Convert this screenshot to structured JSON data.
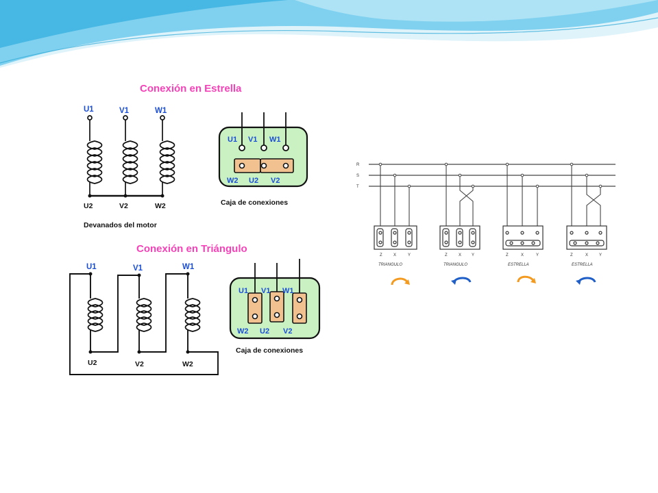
{
  "star": {
    "title": "Conexión en Estrella",
    "terminals_top": [
      "U1",
      "V1",
      "W1"
    ],
    "terminals_bottom": [
      "U2",
      "V2",
      "W2"
    ],
    "windings_caption": "Devanados del motor",
    "box_top": [
      "U1",
      "V1",
      "W1"
    ],
    "box_bottom": [
      "W2",
      "U2",
      "V2"
    ],
    "box_caption": "Caja de conexiones"
  },
  "delta": {
    "title": "Conexión en Triángulo",
    "terminals_top": [
      "U1",
      "V1",
      "W1"
    ],
    "terminals_bottom": [
      "U2",
      "V2",
      "W2"
    ],
    "box_top": [
      "U1",
      "V1",
      "W1"
    ],
    "box_bottom": [
      "W2",
      "U2",
      "V2"
    ],
    "box_caption": "Caja de conexiones"
  },
  "rotation": {
    "lines": [
      "R",
      "S",
      "T"
    ],
    "box_terminals": [
      "Z",
      "X",
      "Y"
    ],
    "configs": [
      {
        "label": "TRIANGULO",
        "direction": "clockwise",
        "arrow_color": "#f39a21"
      },
      {
        "label": "TRIANGULO",
        "direction": "counterclockwise",
        "arrow_color": "#1f5fc7"
      },
      {
        "label": "ESTRELLA",
        "direction": "clockwise",
        "arrow_color": "#f39a21"
      },
      {
        "label": "ESTRELLA",
        "direction": "counterclockwise",
        "arrow_color": "#1f5fc7"
      }
    ]
  },
  "colors": {
    "title_pink": "#f542b8",
    "label_blue": "#1b4ed6",
    "box_green": "#c9f1c2",
    "bridge_tan": "#f1c28f",
    "wave_cyan": "#4fc0e4"
  }
}
